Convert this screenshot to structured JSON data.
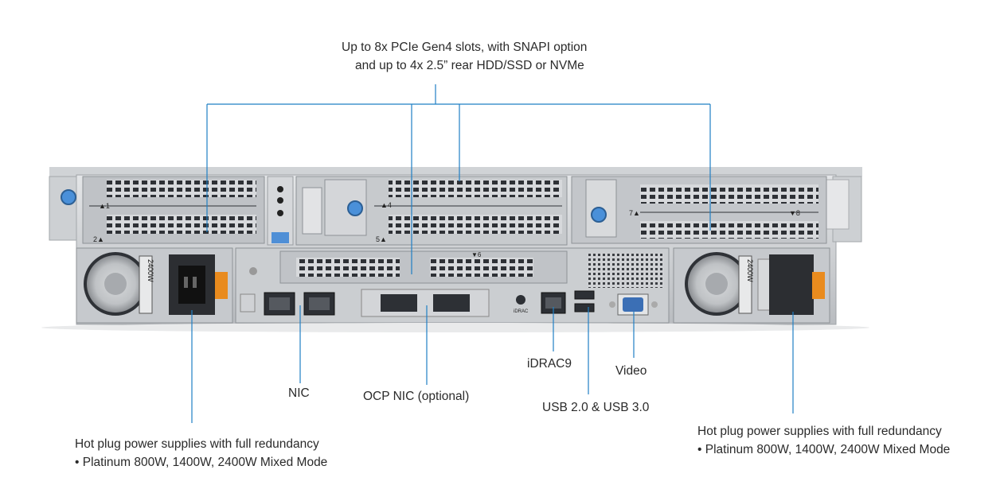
{
  "labels": {
    "pcie_line1": "Up to 8x PCIe Gen4 slots, with SNAPI option",
    "pcie_line2": "and up to 4x 2.5” rear HDD/SSD or NVMe",
    "nic": "NIC",
    "ocp_nic": "OCP NIC (optional)",
    "idrac": "iDRAC9",
    "video": "Video",
    "usb": "USB 2.0 & USB 3.0",
    "psu_left_line1": "Hot plug power supplies with full redundancy",
    "psu_left_line2": "• Platinum 800W, 1400W, 2400W Mixed Mode",
    "psu_right_line1": "Hot plug power supplies with full redundancy",
    "psu_right_line2": "• Platinum 800W, 1400W, 2400W Mixed Mode"
  },
  "chassis": {
    "slot_1": "▲1",
    "slot_2": "2▲",
    "slot_4": "▲4",
    "slot_5": "5▲",
    "slot_6": "▼6",
    "slot_7": "7▲",
    "slot_8": "▼8",
    "psu_left_rating": "2400W",
    "psu_right_rating": "2400W",
    "idrac_port": "iDRAC"
  },
  "colors": {
    "callout_line": "#1f7fc4",
    "chassis_metal": "#c9ccd0",
    "chassis_dark": "#3a3d42",
    "accent_orange": "#e98b1e",
    "accent_blue": "#4a90d9"
  }
}
